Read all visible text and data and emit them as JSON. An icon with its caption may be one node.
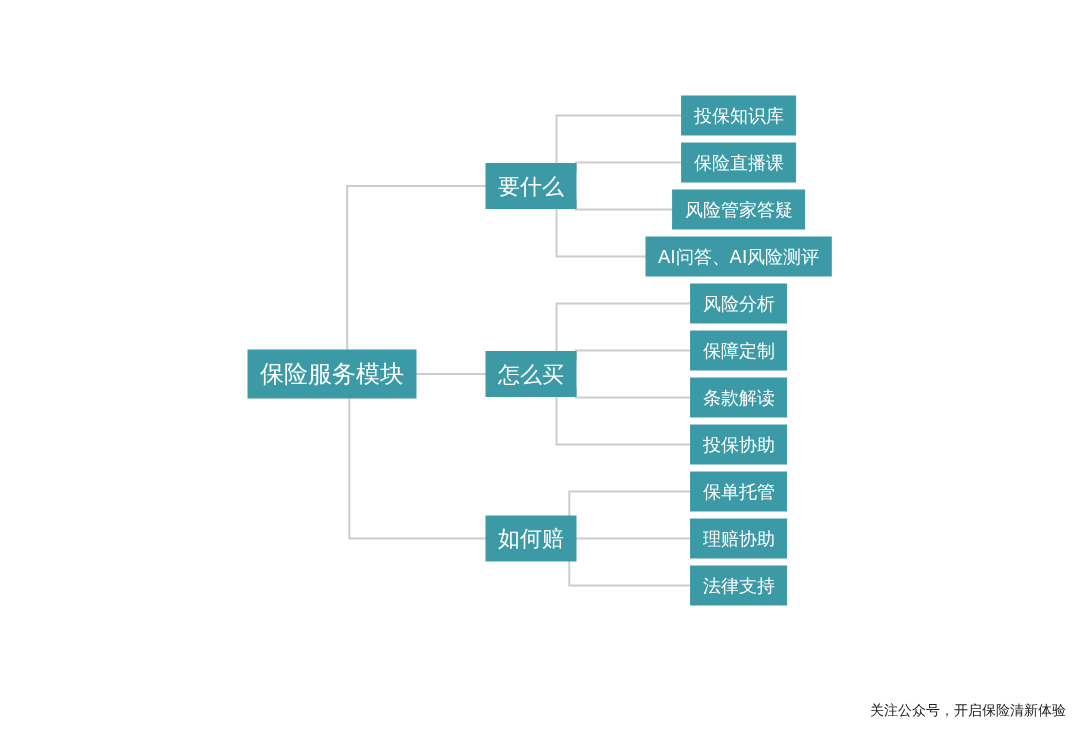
{
  "diagram": {
    "caption": "关注公众号，开启保险清新体验",
    "nodes": [
      {
        "text": [
          "保险服务模块"
        ]
      },
      {
        "text": [
          "要什么"
        ]
      },
      {
        "text": [
          "投保知识库"
        ]
      },
      {
        "text": [
          "保险直播课"
        ]
      },
      {
        "text": [
          "风险管家答疑"
        ]
      },
      {
        "text": [
          "AI问答、AI风险测评"
        ]
      },
      {
        "text": [
          "怎么买"
        ]
      },
      {
        "text": [
          "风险分析"
        ]
      },
      {
        "text": [
          "保障定制"
        ]
      },
      {
        "text": [
          "条款解读"
        ]
      },
      {
        "text": [
          "投保协助"
        ]
      },
      {
        "text": [
          "如何赔"
        ]
      },
      {
        "text": [
          "保单托管"
        ]
      },
      {
        "text": [
          "理赔协助"
        ]
      },
      {
        "text": [
          "法律支持"
        ]
      }
    ],
    "edges": [
      {
        "from": 0,
        "to": 1,
        "arrow": "none"
      },
      {
        "from": 1,
        "to": 2,
        "arrow": "none"
      },
      {
        "from": 1,
        "to": 3,
        "arrow": "none"
      },
      {
        "from": 1,
        "to": 4,
        "arrow": "none"
      },
      {
        "from": 1,
        "to": 5,
        "arrow": "none"
      },
      {
        "from": 0,
        "to": 6,
        "arrow": "none"
      },
      {
        "from": 6,
        "to": 7,
        "arrow": "none"
      },
      {
        "from": 6,
        "to": 8,
        "arrow": "none"
      },
      {
        "from": 6,
        "to": 9,
        "arrow": "none"
      },
      {
        "from": 6,
        "to": 10,
        "arrow": "none"
      },
      {
        "from": 0,
        "to": 11,
        "arrow": "none"
      },
      {
        "from": 11,
        "to": 12,
        "arrow": "none"
      },
      {
        "from": 11,
        "to": 13,
        "arrow": "none"
      },
      {
        "from": 11,
        "to": 14,
        "arrow": "none"
      }
    ]
  }
}
